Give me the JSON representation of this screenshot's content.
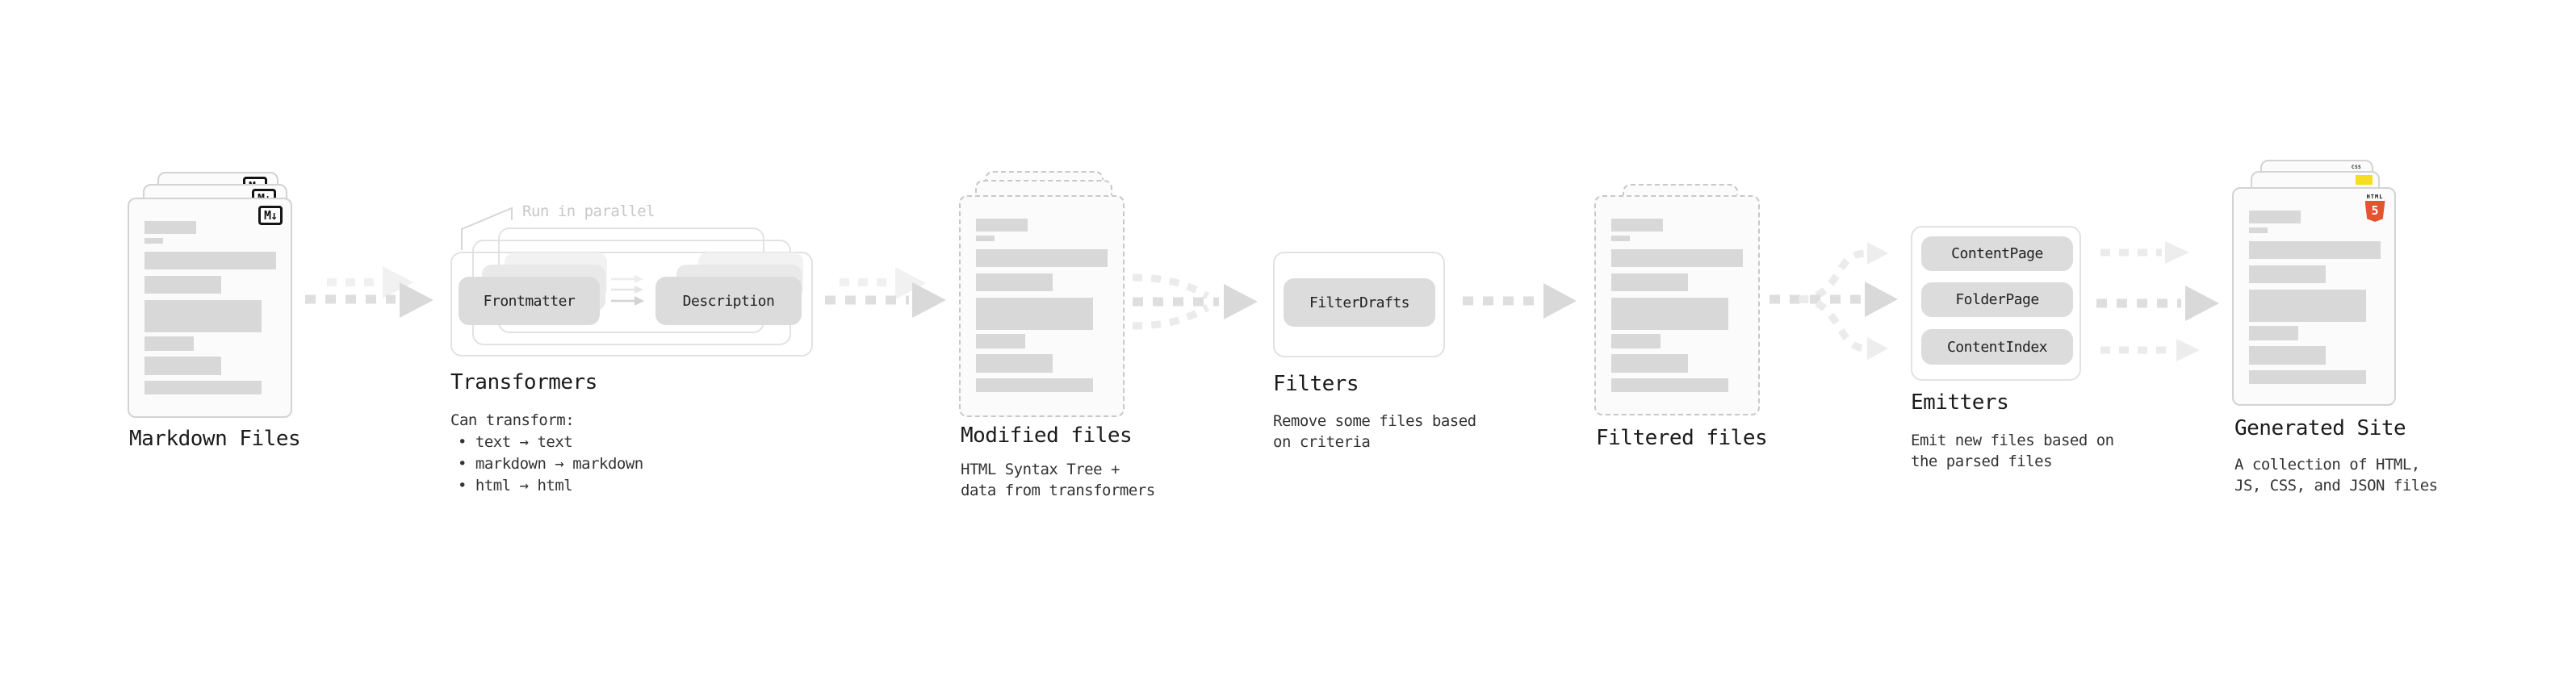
{
  "stages": {
    "markdown_files": {
      "label": "Markdown Files",
      "badge": "M↓"
    },
    "transformers": {
      "label": "Transformers",
      "note": "Run in parallel",
      "button_left": "Frontmatter",
      "button_right": "Description",
      "desc_heading": "Can transform:",
      "desc_items": [
        "• text → text",
        "• markdown → markdown",
        "• html → html"
      ]
    },
    "modified_files": {
      "label": "Modified files",
      "desc_lines": [
        "HTML Syntax Tree +",
        "data from transformers"
      ]
    },
    "filters": {
      "label": "Filters",
      "button": "FilterDrafts",
      "desc_lines": [
        "Remove some files based",
        "on criteria"
      ]
    },
    "filtered_files": {
      "label": "Filtered files"
    },
    "emitters": {
      "label": "Emitters",
      "buttons": [
        "ContentPage",
        "FolderPage",
        "ContentIndex"
      ],
      "desc_lines": [
        "Emit new files based on",
        "the parsed files"
      ]
    },
    "generated_site": {
      "label": "Generated Site",
      "desc_lines": [
        "A collection of HTML,",
        "JS, CSS, and JSON files"
      ],
      "html_badge_label": "HTML",
      "html_badge_number": "5",
      "css_badge_label": "CSS"
    }
  },
  "colors": {
    "html_orange": "#e5532f",
    "js_yellow": "#f7dd22",
    "css_blue": "#2e6be5",
    "bar_gray": "#d8d8d8",
    "arrow_gray": "#dedede"
  }
}
